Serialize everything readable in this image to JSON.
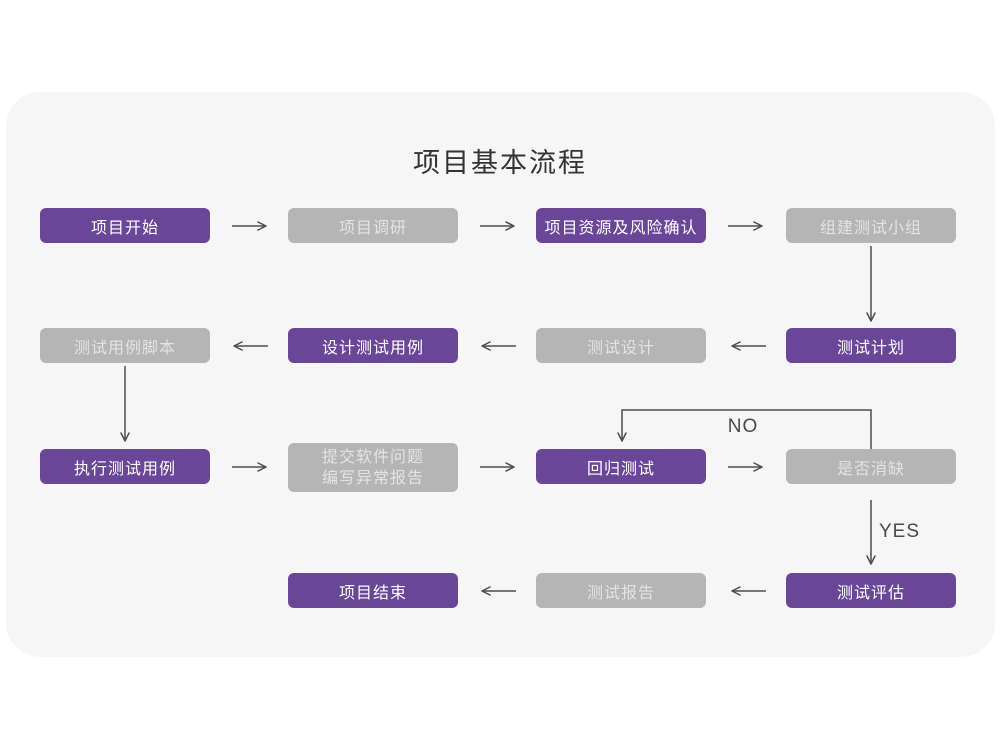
{
  "title": "项目基本流程",
  "colors": {
    "page-bg": "#FFFFFF",
    "card-bg": "#F6F6F6",
    "purple": "#6A4699",
    "purple-text": "#FFFFFF",
    "gray": "#B5B5B5",
    "gray-text": "#E3E3E3",
    "arrow": "#4D4D4D",
    "title-color": "#333333",
    "label-color": "#4A4A4A"
  },
  "nodes": {
    "project_start": {
      "label": "项目开始"
    },
    "project_research": {
      "label": "项目调研"
    },
    "resources_risk": {
      "label": "项目资源及风险确认"
    },
    "build_test_team": {
      "label": "组建测试小组"
    },
    "test_case_script": {
      "label": "测试用例脚本"
    },
    "design_test_case": {
      "label": "设计测试用例"
    },
    "test_design": {
      "label": "测试设计"
    },
    "test_plan": {
      "label": "测试计划"
    },
    "execute_test_case": {
      "label": "执行测试用例"
    },
    "submit_issue": {
      "line1": "提交软件问题",
      "line2": "编写异常报告"
    },
    "regression_test": {
      "label": "回归测试"
    },
    "defect_cleared": {
      "label": "是否消缺"
    },
    "project_end": {
      "label": "项目结束"
    },
    "test_report": {
      "label": "测试报告"
    },
    "test_evaluation": {
      "label": "测试评估"
    }
  },
  "edge_labels": {
    "no": "NO",
    "yes": "YES"
  }
}
